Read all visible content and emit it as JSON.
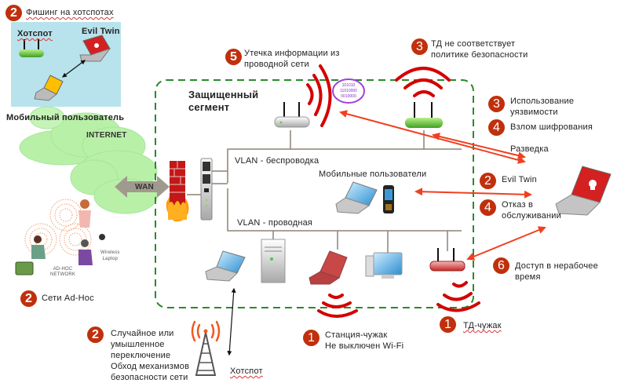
{
  "title": "Угрозы беспроводной безопасности",
  "colors": {
    "badge": "#c0300c",
    "threat_arrow": "#f04020",
    "wave_red": "#d40000",
    "segment_border": "#2a8a2a",
    "cloud": "#b9f0a8",
    "hotspot_panel": "#b8e3ec"
  },
  "phishing": {
    "badge": "2",
    "label": "Фишинг на хотспотах",
    "panel": {
      "hotspot_label": "Хотспот",
      "evil_twin_label": "Evil Twin"
    },
    "mobile_user_label": "Мобильный пользователь"
  },
  "internet": {
    "label": "INTERNET",
    "wan_label": "WAN"
  },
  "adhoc": {
    "badge": "2",
    "label": "Сети Ad-Hoc",
    "network_label": "AD-HOC\nNETWORK",
    "wireless_laptop_label": "Wireless\nLaptop"
  },
  "segment": {
    "title": "Защищенный\nсегмент",
    "vlan_wireless": "VLAN - беспроводка",
    "vlan_wired": "VLAN - проводная",
    "mobile_users": "Мобильные  пользователи",
    "binary": [
      "101010",
      "11010000",
      "0010000"
    ]
  },
  "threats": [
    {
      "id": "leak",
      "badge": "5",
      "text": "Утечка информации  из\nпроводной  сети"
    },
    {
      "id": "policy",
      "badge": "3",
      "text": "ТД не соответствует\nполитике  безопасности"
    },
    {
      "id": "vuln",
      "badge": "3",
      "text": "Использование\nуязвимости"
    },
    {
      "id": "crack",
      "badge": "4",
      "text": "Взлом  шифрования"
    },
    {
      "id": "recon",
      "badge": "",
      "text": "Разведка"
    },
    {
      "id": "eviltwin",
      "badge": "2",
      "text": "Evil Twin"
    },
    {
      "id": "dos",
      "badge": "4",
      "text": "Отказ в\nобслуживании"
    },
    {
      "id": "offhours",
      "badge": "6",
      "text": "Доступ в нерабочее\nвремя"
    },
    {
      "id": "rogue_ap",
      "badge": "1",
      "text": "ТД-чужак"
    },
    {
      "id": "rogue_station",
      "badge": "1",
      "text": "Станция-чужак\nНе  выключен Wi-Fi"
    },
    {
      "id": "switching",
      "badge": "2",
      "text": "Случайное  или\nумышленное\nпереключение\nОбход  механизмов\nбезопасности сети"
    }
  ],
  "hotspot_tower_label": "Хотспот"
}
